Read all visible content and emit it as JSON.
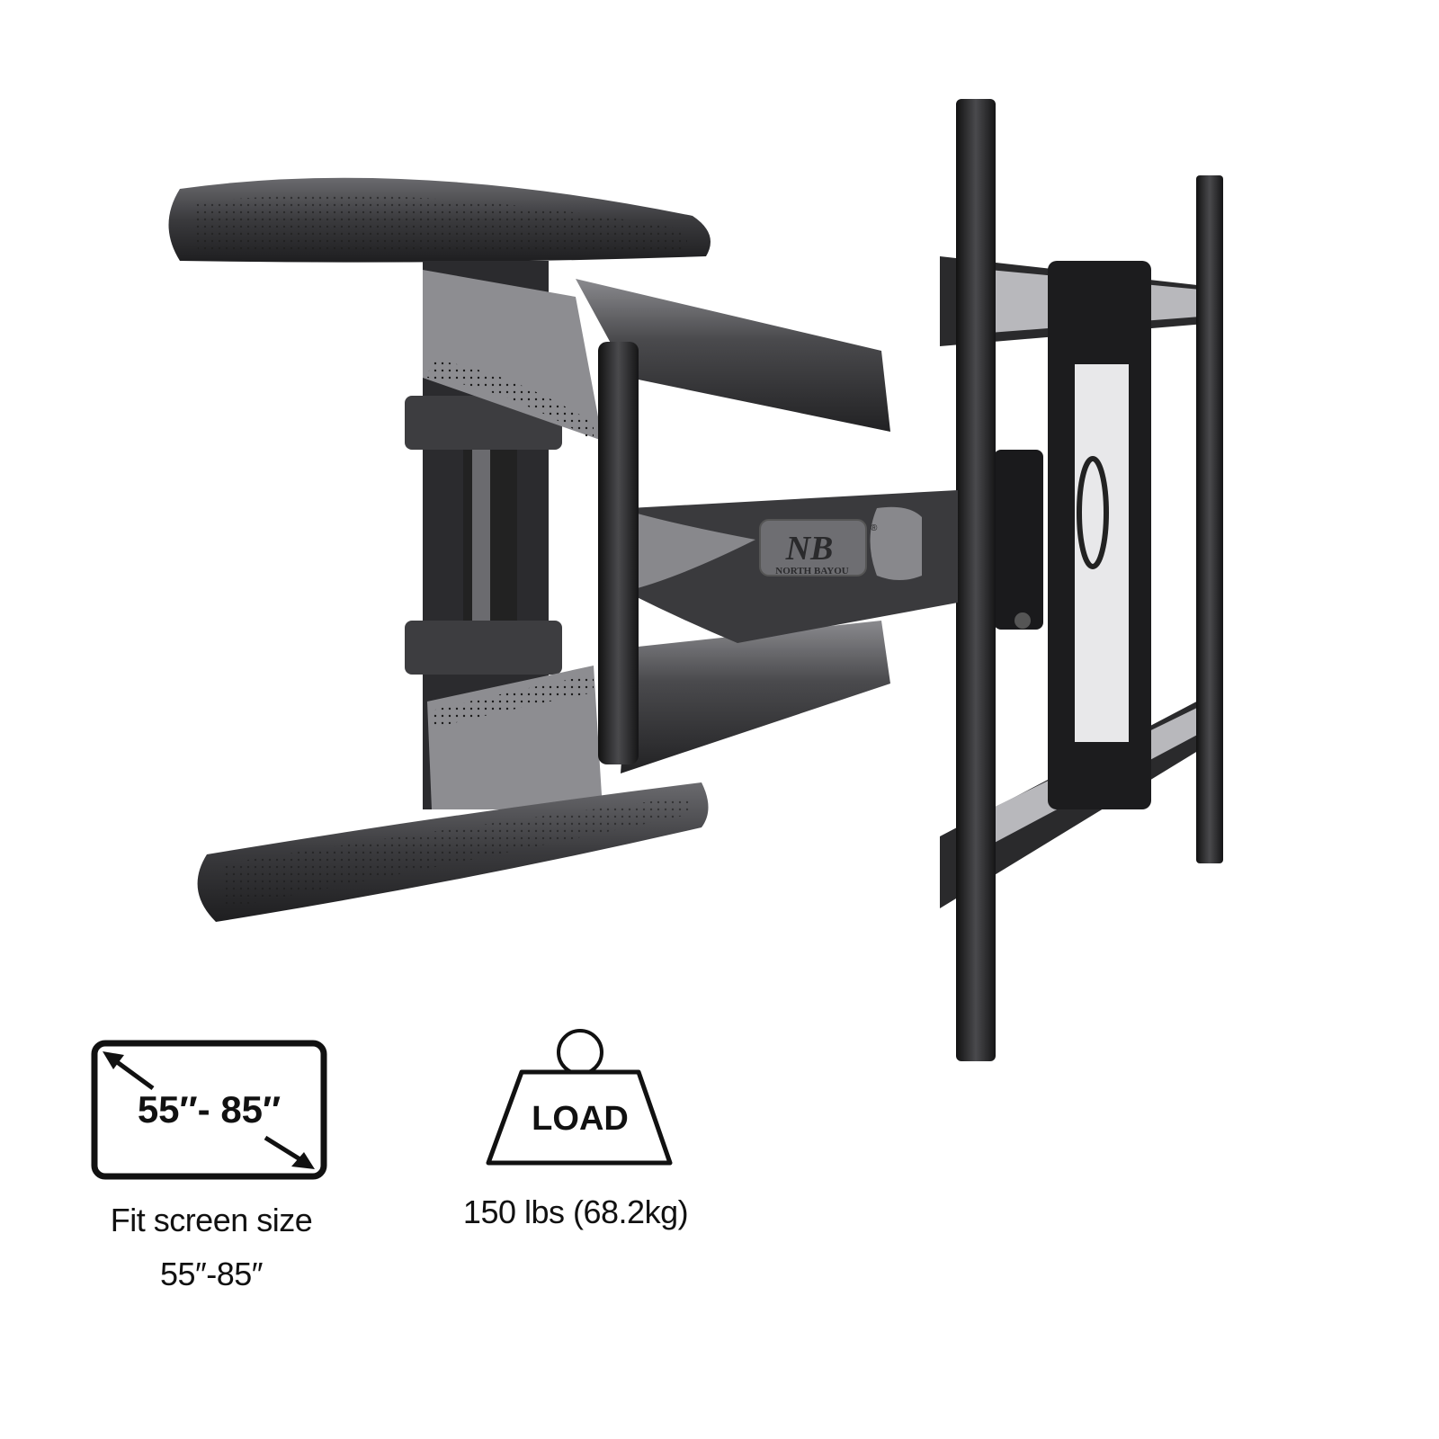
{
  "product": {
    "logo_mark": "NB",
    "logo_brand": "NORTH BAYOU",
    "logo_registered": "®"
  },
  "features": [
    {
      "icon": "screen-diagonal-icon",
      "icon_text": "55″- 85″",
      "caption_line1": "Fit screen size",
      "caption_line2": "55″-85″"
    },
    {
      "icon": "weight-load-icon",
      "icon_text": "LOAD",
      "caption_line1": "150 lbs (68.2kg)"
    }
  ],
  "colors": {
    "metal_dark": "#2a2a2c",
    "metal_mid": "#5a5a5e",
    "metal_light": "#9a9a9e",
    "text": "#111111"
  }
}
